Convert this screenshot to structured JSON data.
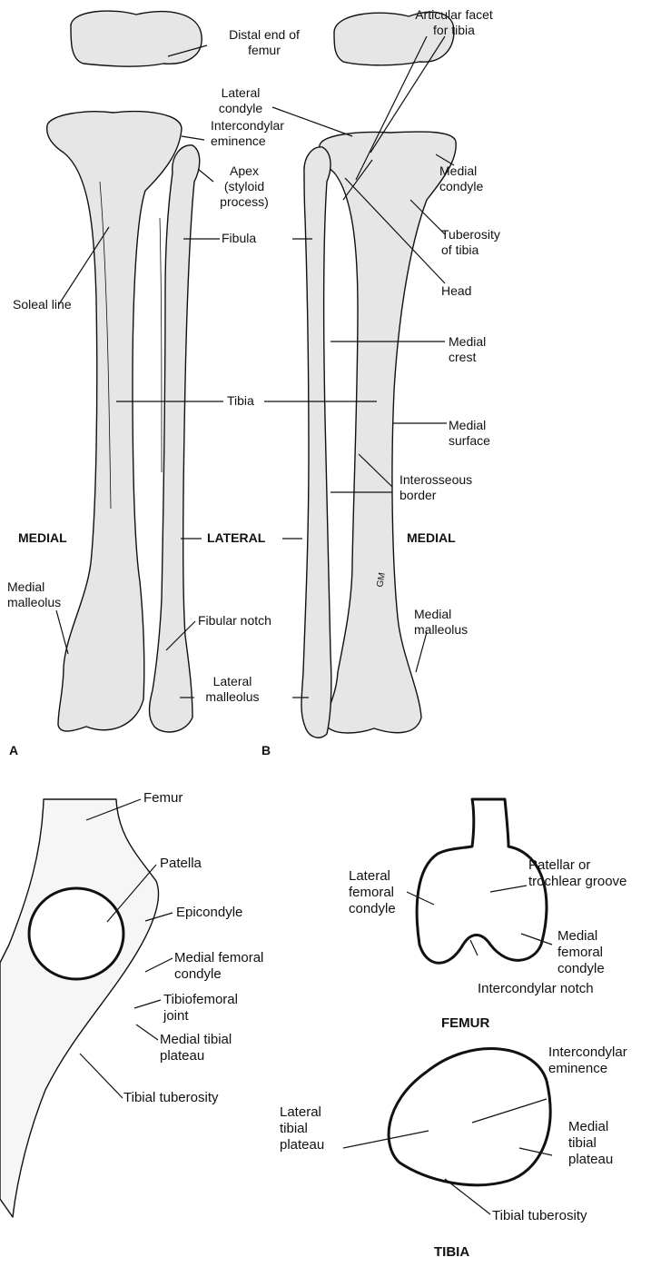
{
  "panel_a": {
    "letter": "A",
    "labels": {
      "distal_end_femur": "Distal end of\nfemur",
      "intercondylar_eminence": "Intercondylar\neminence",
      "apex": "Apex\n(styloid\nprocess)",
      "fibula": "Fibula",
      "soleal_line": "Soleal line",
      "tibia": "Tibia",
      "medial": "MEDIAL",
      "lateral": "LATERAL",
      "medial_malleolus": "Medial\nmalleolus",
      "fibular_notch": "Fibular notch",
      "lateral_malleolus": "Lateral\nmalleolus"
    }
  },
  "panel_b": {
    "letter": "B",
    "labels": {
      "articular_facet": "Articular facet\nfor tibia",
      "lateral_condyle": "Lateral\ncondyle",
      "medial_condyle": "Medial\ncondyle",
      "tuberosity_tibia": "Tuberosity\nof tibia",
      "head": "Head",
      "medial_crest": "Medial\ncrest",
      "medial_surface": "Medial\nsurface",
      "interosseous_border": "Interosseous\nborder",
      "medial": "MEDIAL",
      "medial_malleolus": "Medial\nmalleolus",
      "signature": "GM"
    }
  },
  "knee": {
    "labels": {
      "femur": "Femur",
      "patella": "Patella",
      "epicondyle": "Epicondyle",
      "medial_femoral_condyle": "Medial femoral\ncondyle",
      "tibiofemoral_joint": "Tibiofemoral\njoint",
      "medial_tibial_plateau": "Medial tibial\nplateau",
      "tibial_tuberosity": "Tibial tuberosity"
    }
  },
  "femur_view": {
    "title": "FEMUR",
    "labels": {
      "patellar_groove": "Patellar or\ntrochlear groove",
      "lateral_femoral_condyle": "Lateral\nfemoral\ncondyle",
      "medial_femoral_condyle": "Medial\nfemoral\ncondyle",
      "intercondylar_notch": "Intercondylar notch"
    }
  },
  "tibia_view": {
    "title": "TIBIA",
    "labels": {
      "intercondylar_eminence": "Intercondylar\neminence",
      "lateral_tibial_plateau": "Lateral\ntibial\nplateau",
      "medial_tibial_plateau": "Medial\ntibial\nplateau",
      "tibial_tuberosity": "Tibial tuberosity"
    }
  },
  "colors": {
    "bone_fill": "#e6e6e6",
    "outline": "#111111",
    "text": "#111111"
  }
}
